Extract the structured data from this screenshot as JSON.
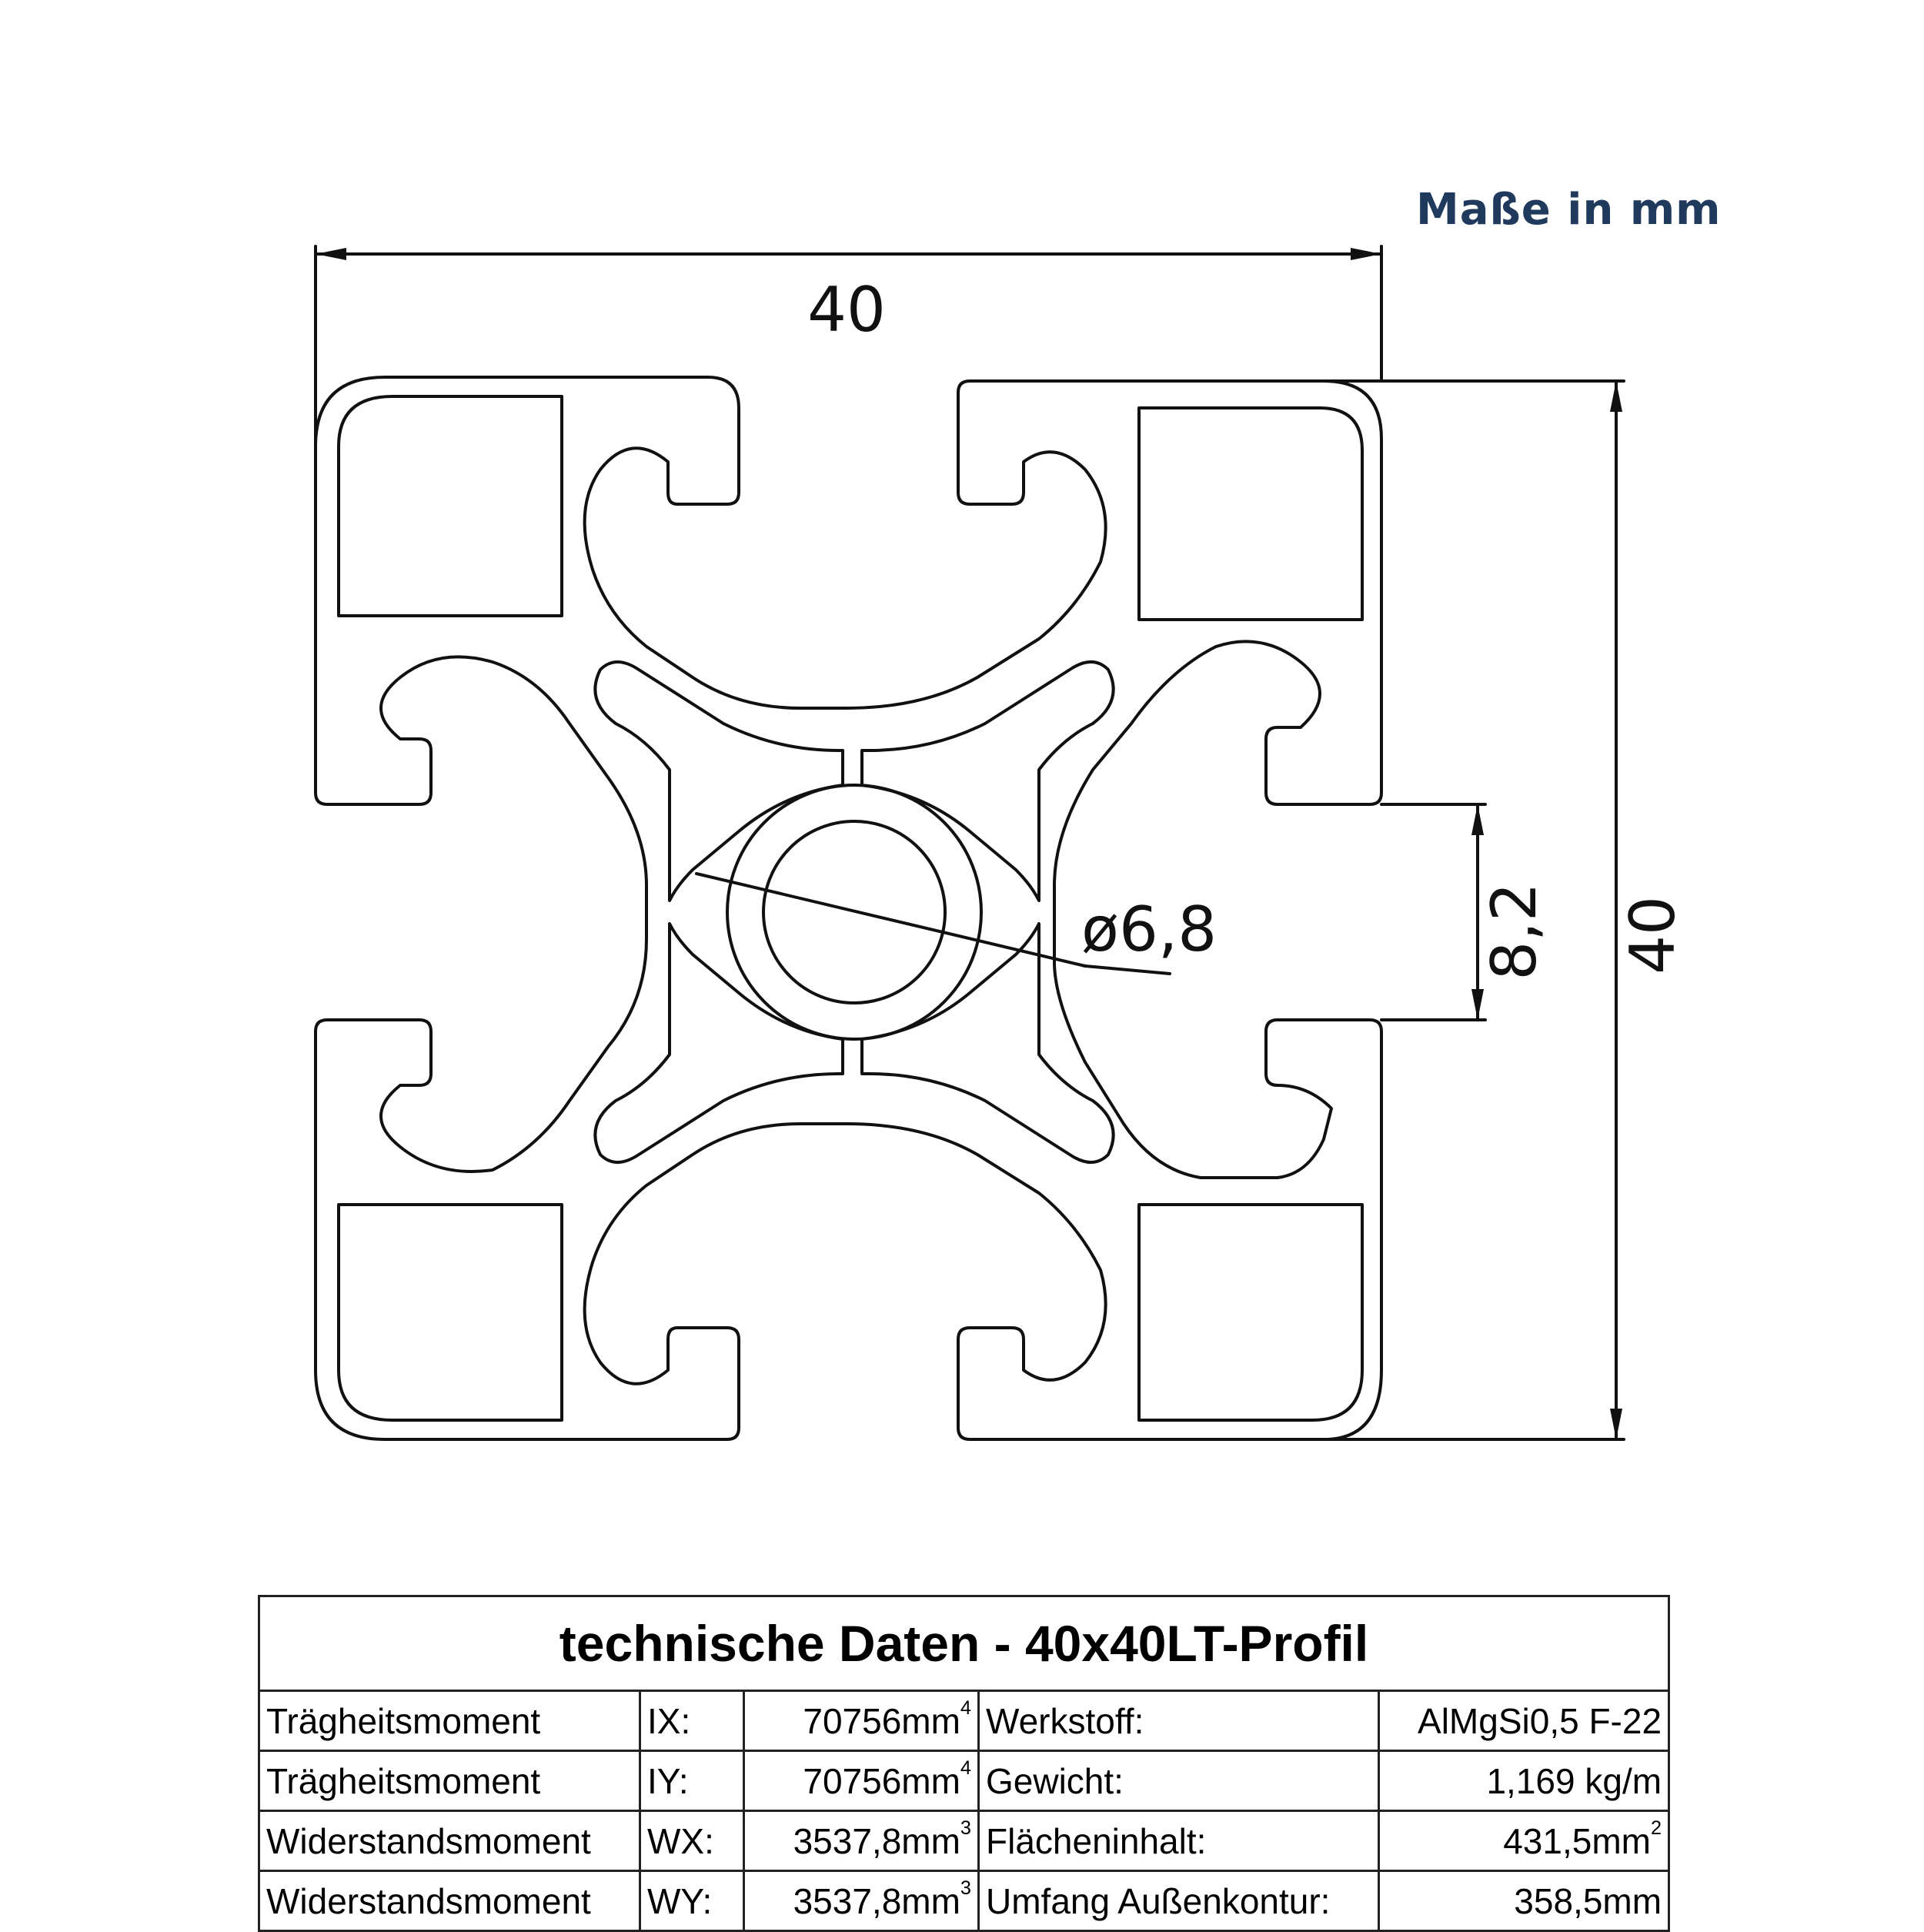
{
  "units_note": "Maße in mm",
  "dimensions": {
    "width": "40",
    "height": "40",
    "slot": "8,2",
    "bore": "ø6,8"
  },
  "table": {
    "title": "technische Daten - 40x40LT-Profil",
    "rows": [
      {
        "label": "Trägheitsmoment",
        "sym": "IX:",
        "value": "70756mm",
        "value_sup": "4",
        "prop": "Werkstoff:",
        "prop_value": "AlMgSi0,5 F-22",
        "prop_sup": ""
      },
      {
        "label": "Trägheitsmoment",
        "sym": "IY:",
        "value": "70756mm",
        "value_sup": "4",
        "prop": "Gewicht:",
        "prop_value": "1,169 kg/m",
        "prop_sup": ""
      },
      {
        "label": "Widerstandsmoment",
        "sym": "WX:",
        "value": "3537,8mm",
        "value_sup": "3",
        "prop": "Flächeninhalt:",
        "prop_value": "431,5mm",
        "prop_sup": "2"
      },
      {
        "label": "Widerstandsmoment",
        "sym": "WY:",
        "value": "3537,8mm",
        "value_sup": "3",
        "prop": "Umfang Außenkontur:",
        "prop_value": "358,5mm",
        "prop_sup": ""
      }
    ]
  }
}
